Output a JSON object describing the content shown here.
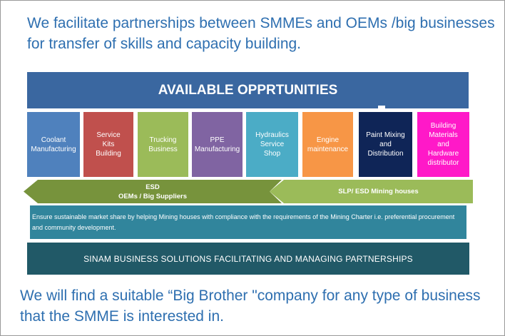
{
  "header": "We facilitate partnerships between SMMEs and OEMs /big businesses for transfer of skills and capacity building.",
  "title": "AVAILABLE OPPRTUNITIES",
  "opportunities": [
    {
      "label": "Coolant Manufacturing",
      "color": "#4f81bd"
    },
    {
      "label": "Service Kits Building",
      "color": "#c0504d"
    },
    {
      "label": "Trucking Business",
      "color": "#9bbb59"
    },
    {
      "label": "PPE Manufacturing",
      "color": "#8064a2"
    },
    {
      "label": "Hydraulics Service Shop",
      "color": "#4bacc6"
    },
    {
      "label": "Engine maintenance",
      "color": "#f79646"
    },
    {
      "label": "Paint Mixing and Distribution",
      "color": "#0f2557"
    },
    {
      "label": "Building Materials and Hardware distributor",
      "color": "#ff19c8"
    }
  ],
  "arrows": {
    "left_line1": "ESD",
    "left_line2": "OEMs / Big Suppliers",
    "right": "SLP/ ESD Mining houses"
  },
  "description": "Ensure sustainable market share by helping Mining houses with compliance with the requirements of the Mining Charter i.e. preferential procurement and community development.",
  "banner": "SINAM BUSINESS SOLUTIONS FACILITATING AND MANAGING PARTNERSHIPS",
  "footer": "We will find a suitable “Big Brother \"company for any type of business that the SMME is interested in."
}
